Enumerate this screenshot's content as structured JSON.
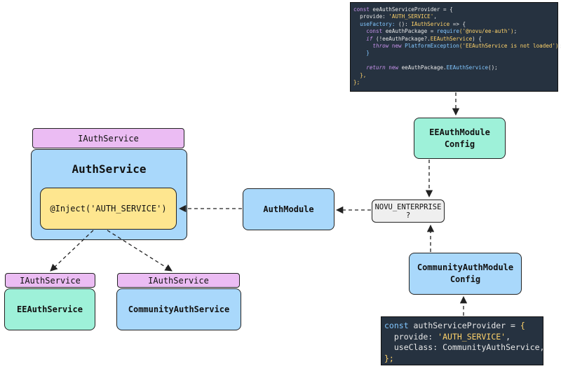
{
  "nodes": {
    "iauth_top": "IAuthService",
    "auth_service": "AuthService",
    "inject": "@Inject('AUTH_SERVICE')",
    "iauth_left": "IAuthService",
    "iauth_right": "IAuthService",
    "ee_auth_service": "EEAuthService",
    "community_auth_service": "CommunityAuthService",
    "auth_module": "AuthModule",
    "novu_enterprise": "NOVU_ENTERPRISE\n?",
    "ee_auth_module_config": "EEAuthModule\nConfig",
    "community_auth_module_config": "CommunityAuthModule\nConfig"
  },
  "code_top": {
    "l1_kw": "const",
    "l1_rest": " eeAuthServiceProvider = {",
    "l2_key": "  provide: ",
    "l2_str": "'AUTH_SERVICE'",
    "l2_end": ",",
    "l3_key": "  useFactory: ",
    "l3_paren": "(): ",
    "l3_type": "IAuthService",
    "l3_end": " => {",
    "l4_kw": "    const",
    "l4_mid": " eeAuthPackage = ",
    "l4_fn": "require",
    "l4_str": "('@novu/ee-auth')",
    "l4_end": ";",
    "l5_kw": "    if",
    "l5_rest": " (!eeAuthPackage?.",
    "l5_cls": "EEAuthService",
    "l5_end": ") {",
    "l6_kw": "      throw",
    "l6_new": " new ",
    "l6_cls": "PlatformException",
    "l6_str": "('EEAuthService is not loaded')",
    "l6_end": ";",
    "l7": "    }",
    "l8": " ",
    "l9_kw": "    return",
    "l9_new": " new ",
    "l9_mid": "eeAuthPackage.",
    "l9_cls": "EEAuthService",
    "l9_end": "();",
    "l10": "  },",
    "l11": "};"
  },
  "code_bottom": {
    "l1_kw": "const",
    "l1_rest": " authServiceProvider = ",
    "l1_brace": "{",
    "l2_key": "  provide: ",
    "l2_str": "'AUTH_SERVICE'",
    "l2_end": ",",
    "l3": "  useClass: CommunityAuthService,",
    "l4": "};"
  }
}
